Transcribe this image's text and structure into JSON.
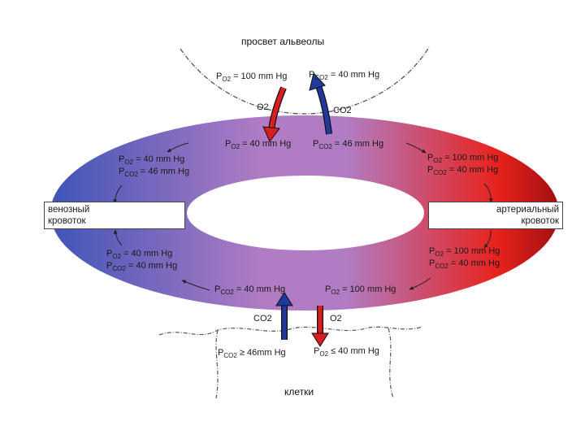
{
  "title_top": "просвет альвеолы",
  "title_bottom": "клетки",
  "venous_label": [
    "венозный",
    "кровоток"
  ],
  "arterial_label": [
    "артериальный",
    "кровоток"
  ],
  "alveolus": {
    "po2": "= 100 mm Hg",
    "pco2": "= 40 mm Hg",
    "o2_arrow": "O2",
    "co2_arrow": "CO2"
  },
  "ring": {
    "top_inner_po2": "= 40 mm Hg",
    "top_inner_pco2": "= 46 mm Hg",
    "left_upper_po2": "= 40 mm Hg",
    "left_upper_pco2": "= 46 mm Hg",
    "right_upper_po2": "= 100 mm Hg",
    "right_upper_pco2": "= 40 mm Hg",
    "left_lower_po2": "= 40 mm Hg",
    "left_lower_pco2": "= 40 mm Hg",
    "right_lower_po2": "= 100 mm Hg",
    "right_lower_pco2": "= 40 mm Hg",
    "bottom_inner_pco2": "= 40 mm Hg",
    "bottom_inner_po2": "= 100 mm Hg"
  },
  "tissue": {
    "pco2": "≥ 46mm Hg",
    "po2": "≤ 40 mm Hg",
    "co2_arrow": "CO2",
    "o2_arrow": "O2"
  },
  "colors": {
    "venous": "#3f55b8",
    "mid": "#b17cc4",
    "arterial": "#e8221c",
    "arterial_dark": "#a10f12",
    "arrow_red": "#d81e1e",
    "arrow_blue": "#1f3a9c"
  }
}
